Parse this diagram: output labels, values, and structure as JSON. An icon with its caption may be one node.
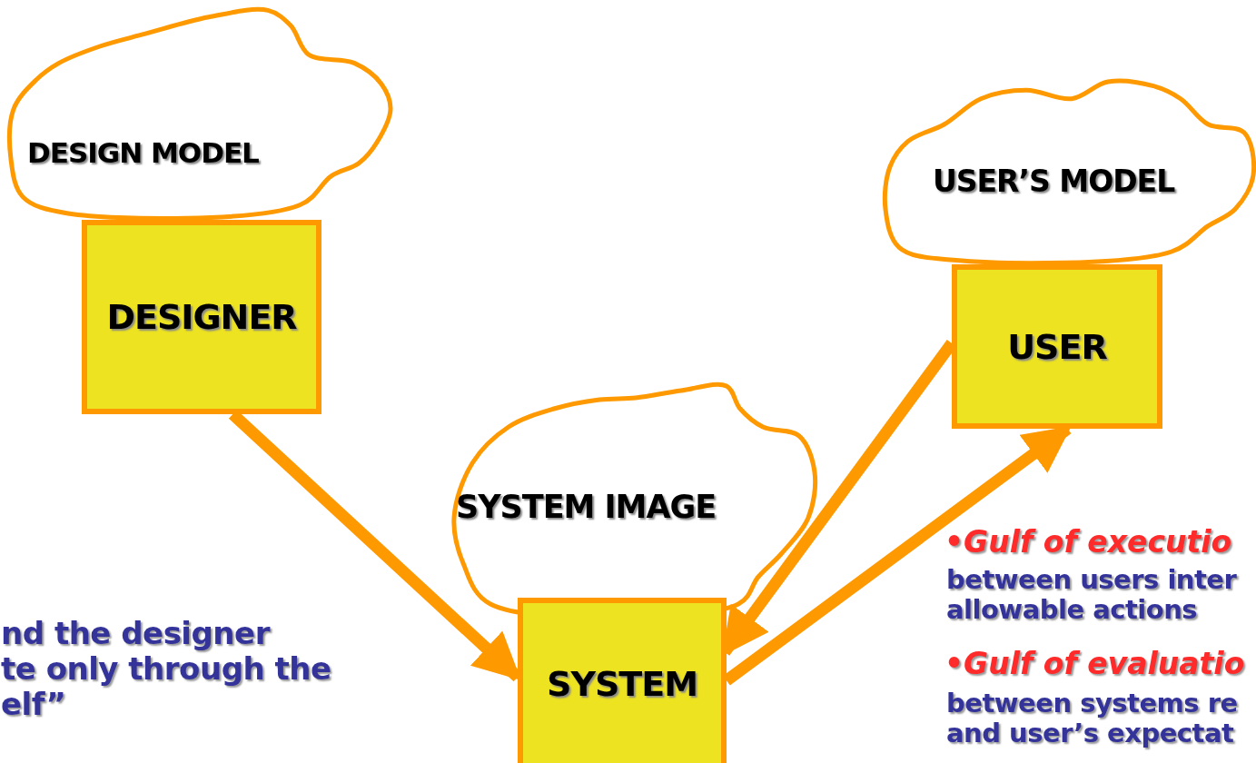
{
  "diagram": {
    "nodes": [
      {
        "text": [
          "DESIGN MODEL"
        ]
      },
      {
        "text": [
          "DESIGNER"
        ]
      },
      {
        "text": [
          "USER’S MODEL"
        ]
      },
      {
        "text": [
          "USER"
        ]
      },
      {
        "text": [
          "SYSTEM IMAGE"
        ]
      },
      {
        "text": [
          "SYSTEM"
        ]
      }
    ],
    "edges": [
      {
        "from": 1,
        "to": 5,
        "arrow": "to"
      },
      {
        "from": 3,
        "to": 5,
        "arrow": "to"
      },
      {
        "from": 5,
        "to": 3,
        "arrow": "to"
      }
    ],
    "labels": [
      "nd the designer te only through the elf”",
      "•Gulf of executio",
      "between users inter allowable actions",
      "•Gulf of evaluatio",
      "between systems re and user’s expectat"
    ]
  }
}
